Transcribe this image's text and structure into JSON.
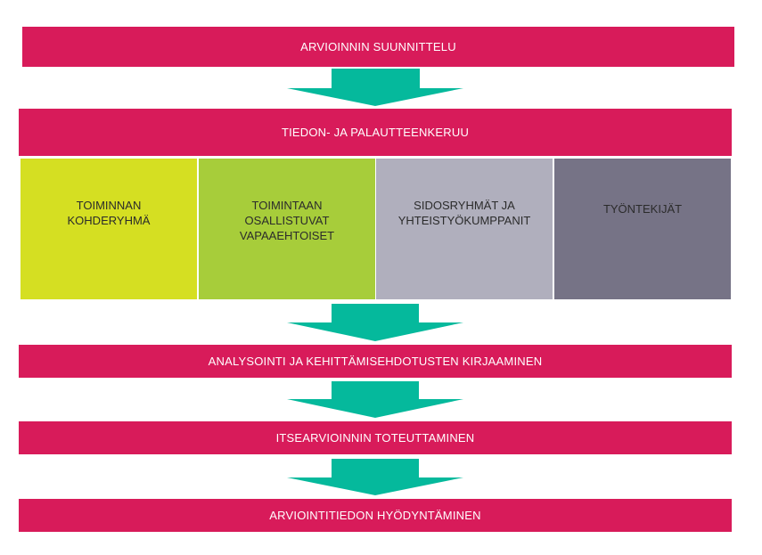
{
  "colors": {
    "stage": "#d81b5a",
    "arrow": "#05b99c",
    "group1": "#d5df22",
    "group2": "#a7cd3a",
    "group3": "#b0afbd",
    "group4": "#767386"
  },
  "stages": [
    {
      "label": "ARVIOINNIN SUUNNITTELU"
    },
    {
      "label": "TIEDON- JA PALAUTTEENKERUU"
    },
    {
      "label": "ANALYSOINTI JA KEHITTÄMISEHDOTUSTEN KIRJAAMINEN"
    },
    {
      "label": "ITSEARVIOINNIN TOTEUTTAMINEN"
    },
    {
      "label": "ARVIOINTITIEDON HYÖDYNTÄMINEN"
    }
  ],
  "groups": [
    {
      "label": "TOIMINNAN\nKOHDERYHMÄ"
    },
    {
      "label": "TOIMINTAAN\nOSALLISTUVAT\nVAPAAEHTOISET"
    },
    {
      "label": "SIDOSRYHMÄT JA\nYHTEISTYÖKUMPPANIT"
    },
    {
      "label": "TYÖNTEKIJÄT"
    }
  ]
}
